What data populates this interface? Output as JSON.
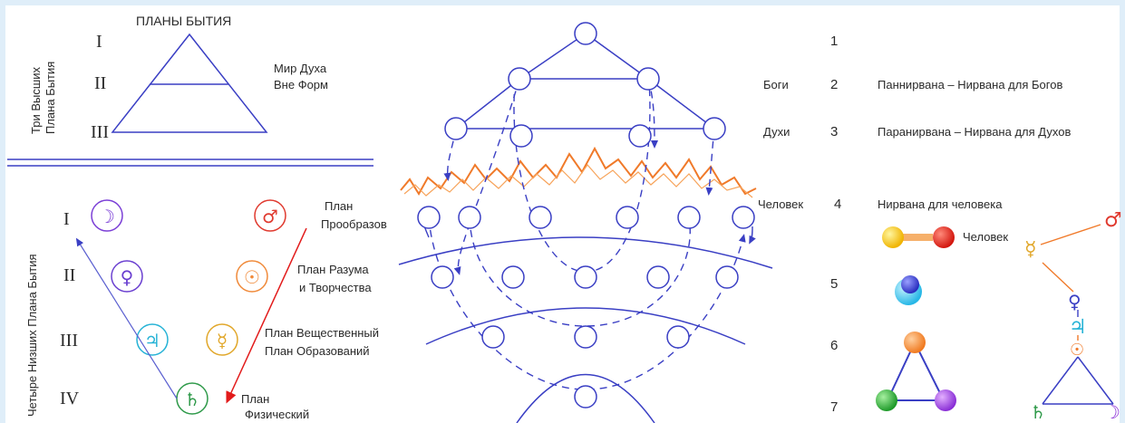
{
  "title": "ПЛАНЫ БЫТИЯ",
  "upper_block": {
    "side_label_1": "Три Высших",
    "side_label_2": "Плана Бытия",
    "romans": [
      "I",
      "II",
      "III"
    ],
    "spirit_label_1": "Мир Духа",
    "spirit_label_2": "Вне Форм"
  },
  "lower_block": {
    "side_label": "Четыре Низших Плана Бытия",
    "romans": [
      "I",
      "II",
      "III",
      "IV"
    ],
    "planes": [
      {
        "line1": "План",
        "line2": "Прообразов"
      },
      {
        "line1": "План Разума",
        "line2": "и Творчества"
      },
      {
        "line1": "План Вещественный",
        "line2": "План Образований"
      },
      {
        "line1": "План",
        "line2": "Физический"
      }
    ],
    "symbols": [
      {
        "glyph": "☽",
        "color": "#7b3fd6"
      },
      {
        "glyph": "♂",
        "color": "#e03a2f"
      },
      {
        "glyph": "♀",
        "color": "#6a3fd0"
      },
      {
        "glyph": "☉",
        "color": "#f08a3a"
      },
      {
        "glyph": "♃",
        "color": "#27b3d6"
      },
      {
        "glyph": "☿",
        "color": "#e1a72a"
      },
      {
        "glyph": "♄",
        "color": "#2f9a4a"
      }
    ]
  },
  "levels": [
    {
      "num": "1",
      "name": "",
      "desc": ""
    },
    {
      "num": "2",
      "name": "Боги",
      "desc": "Паннирвана – Нирвана для Богов"
    },
    {
      "num": "3",
      "name": "Духи",
      "desc": "Паранирвана – Нирвана для Духов"
    },
    {
      "num": "4",
      "name": "Человек",
      "desc": "Нирвана для человека"
    },
    {
      "num": "5",
      "name": "",
      "desc": ""
    },
    {
      "num": "6",
      "name": "",
      "desc": ""
    },
    {
      "num": "7",
      "name": "",
      "desc": ""
    }
  ],
  "right_panel": {
    "human_label": "Человек",
    "glyphs": {
      "mars": "♂",
      "mercury": "☿",
      "venus": "♀",
      "jupiter": "♃",
      "sun": "☉",
      "saturn": "♄",
      "moon": "☽"
    }
  },
  "colors": {
    "line": "#3a3fc4",
    "fire": "#f07a2a",
    "red_arrow": "#e21b1b"
  }
}
